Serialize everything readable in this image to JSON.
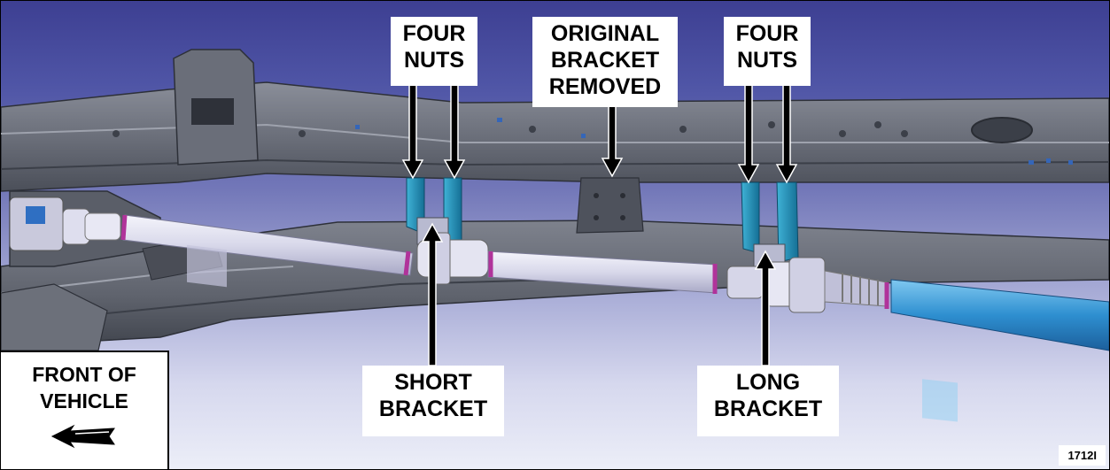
{
  "figure": {
    "id": "1712I",
    "labels": {
      "four_nuts_left": [
        "FOUR",
        "NUTS"
      ],
      "original_bracket": [
        "ORIGINAL",
        "BRACKET",
        "REMOVED"
      ],
      "four_nuts_right": [
        "FOUR",
        "NUTS"
      ],
      "short_bracket": [
        "SHORT",
        "BRACKET"
      ],
      "long_bracket": [
        "LONG",
        "BRACKET"
      ]
    },
    "front": [
      "FRONT OF",
      "VEHICLE"
    ],
    "colors": {
      "frame": "#585c66",
      "frame_light": "#7b7f8a",
      "bracket": "#1f8fb8",
      "driveshaft": "#d9d9ec",
      "driveshaft_ring": "#b0339a",
      "rear_shaft": "#3aa0dc"
    }
  }
}
